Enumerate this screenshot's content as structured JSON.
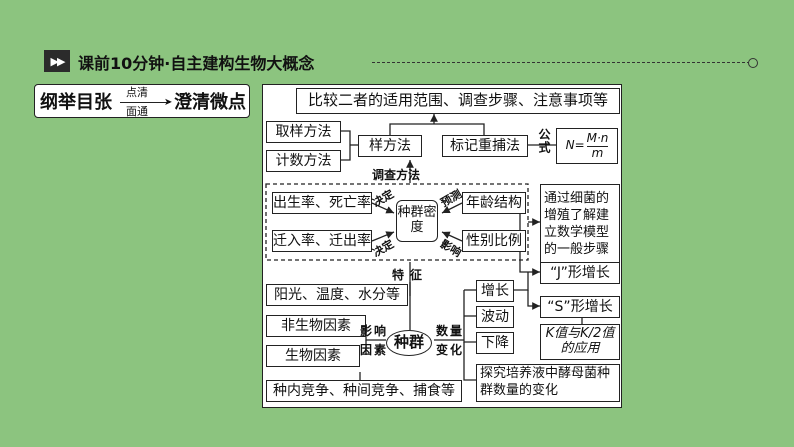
{
  "header": {
    "play_icon": "▶▶",
    "title": "课前10分钟·自主建构生物大概念"
  },
  "badge": {
    "left": "纲举目张",
    "top": "点清",
    "bottom": "面通",
    "right": "澄清微点"
  },
  "nodes": {
    "compare": "比较二者的适用范围、调查步骤、注意事项等",
    "sampling": "取样方法",
    "counting": "计数方法",
    "quadrat": "样方法",
    "mark_recapture": "标记重捕法",
    "formula_label": "公式",
    "formula_n": "N=",
    "formula_num": "M·n",
    "formula_den": "m",
    "survey_method": "调查方法",
    "birth_death": "出生率、死亡率",
    "migration": "迁入率、迁出率",
    "density": "种群密度",
    "age_structure": "年龄结构",
    "sex_ratio": "性别比例",
    "decide_1": "决定",
    "decide_2": "决定",
    "predict": "预测",
    "affect": "影响",
    "bacteria": "通过细菌的增殖了解建立数学模型的一般步骤",
    "characteristic": "特征",
    "j_curve": "“J”形增长",
    "s_curve": "“S”形增长",
    "k_value": "K值与K/2值的应用",
    "light_temp": "阳光、温度、水分等",
    "abiotic": "非生物因素",
    "biotic": "生物因素",
    "competition": "种内竞争、种间竞争、捕食等",
    "influence_factors": "影响因素",
    "population": "种群",
    "quantity_change": "数量变化",
    "increase": "增长",
    "fluctuate": "波动",
    "decrease": "下降",
    "yeast": "探究培养液中酵母菌种群数量的变化"
  }
}
